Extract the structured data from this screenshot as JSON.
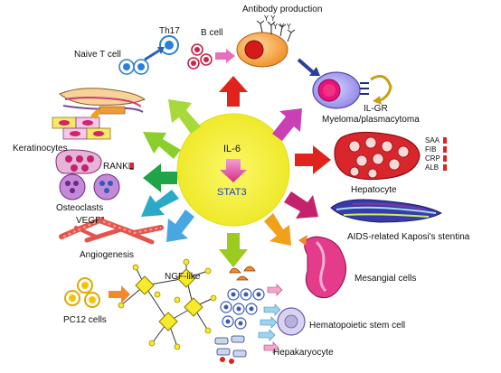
{
  "center": {
    "top": "IL-6",
    "bottom": "STAT3"
  },
  "labels": {
    "antibody": "Antibody production",
    "th17": "Th17",
    "bcell": "B cell",
    "naive": "Naive T cell",
    "ilgr": "IL-GR",
    "myeloma": "Myeloma/plasmacytoma",
    "keratinocytes": "Keratinocytes",
    "hepatocyte": "Hepatocyte",
    "rankl": "RANKL",
    "osteoclasts": "Osteoclasts",
    "kaposi": "AIDS-related Kaposi's stentina",
    "vegf": "VEGF",
    "angiogenesis": "Angiogenesis",
    "mesangial": "Mesangial cells",
    "ngf": "NGF-like",
    "pc12": "PC12 cells",
    "hsc": "Hematopoietic stem cell",
    "hepakaryocyte": "Hepakaryocyte"
  },
  "acute_phase": [
    "SAA",
    "FIB",
    "CRP",
    "ALB"
  ],
  "colors": {
    "center_fill": "#f3ef3a",
    "center_text": "#111111",
    "stat3_text": "#1c3fcf",
    "arrow_up": "#e0241b",
    "arrow_upright": "#cc3fbf",
    "arrow_right": "#e0241b",
    "arrow_downright": "#c2236b",
    "arrow_down_right2": "#f0a01a",
    "arrow_down": "#9acb1e",
    "arrow_downleft": "#4aa6e0",
    "arrow_left_low": "#2aaac8",
    "arrow_left": "#21a348",
    "arrow_upleft": "#8bcf2a",
    "arrow_up_left2": "#a8d93a"
  }
}
